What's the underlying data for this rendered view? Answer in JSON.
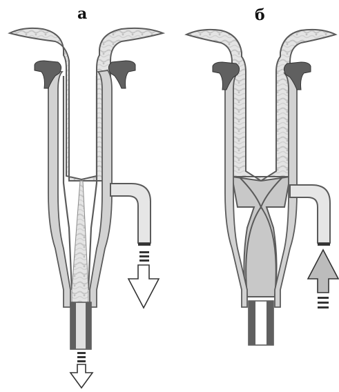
{
  "labels": {
    "left": "а",
    "right": "б"
  },
  "colors": {
    "body_fill": "#d2d2d2",
    "body_stroke": "#5a5a5a",
    "liquid_light": "#e6e6e6",
    "liquid_dark": "#bdbdbd",
    "cuff": "#606060",
    "arrow_fill": "#ffffff",
    "arrow_up_fill": "#bcbcbc",
    "background": "#ffffff"
  },
  "panels": [
    {
      "id": "a",
      "state": "squeeze",
      "flow": "down",
      "side_arrow": "down-outline"
    },
    {
      "id": "b",
      "state": "release",
      "flow": "none",
      "side_arrow": "up-filled"
    }
  ]
}
